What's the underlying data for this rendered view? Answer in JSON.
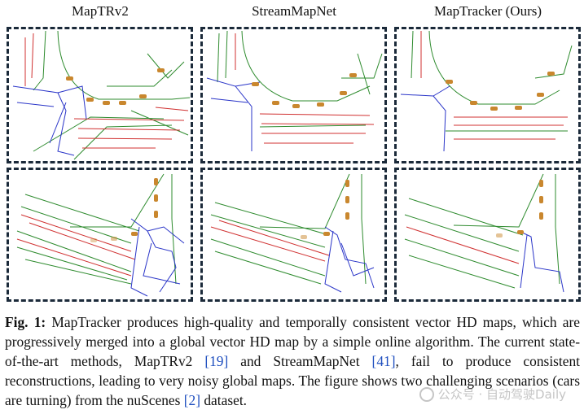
{
  "columns": [
    {
      "title": "MapTRv2"
    },
    {
      "title": "StreamMapNet"
    },
    {
      "title": "MapTracker (Ours)"
    }
  ],
  "caption": {
    "label": "Fig. 1:",
    "text_1": " MapTracker produces high-quality and temporally consistent vector HD maps, which are progressively merged into a global vector HD map by a simple online algorithm. The current state-of-the-art methods, MapTRv2 ",
    "cite_1": "[19]",
    "text_2": " and StreamMapNet ",
    "cite_2": "[41]",
    "text_3": ", fail to produce consistent reconstructions, leading to very noisy global maps. The figure shows two challenging scenarios (cars are turning) from the nuScenes ",
    "cite_3": "[2]",
    "text_4": " dataset."
  },
  "watermark": {
    "text": "公众号 · 自动驾驶Daily"
  },
  "colors": {
    "divider": "#d03030",
    "boundary": "#2e8b2e",
    "crossing": "#2a35c8",
    "frame": "#1b2a3a",
    "car": "#c9872e"
  }
}
